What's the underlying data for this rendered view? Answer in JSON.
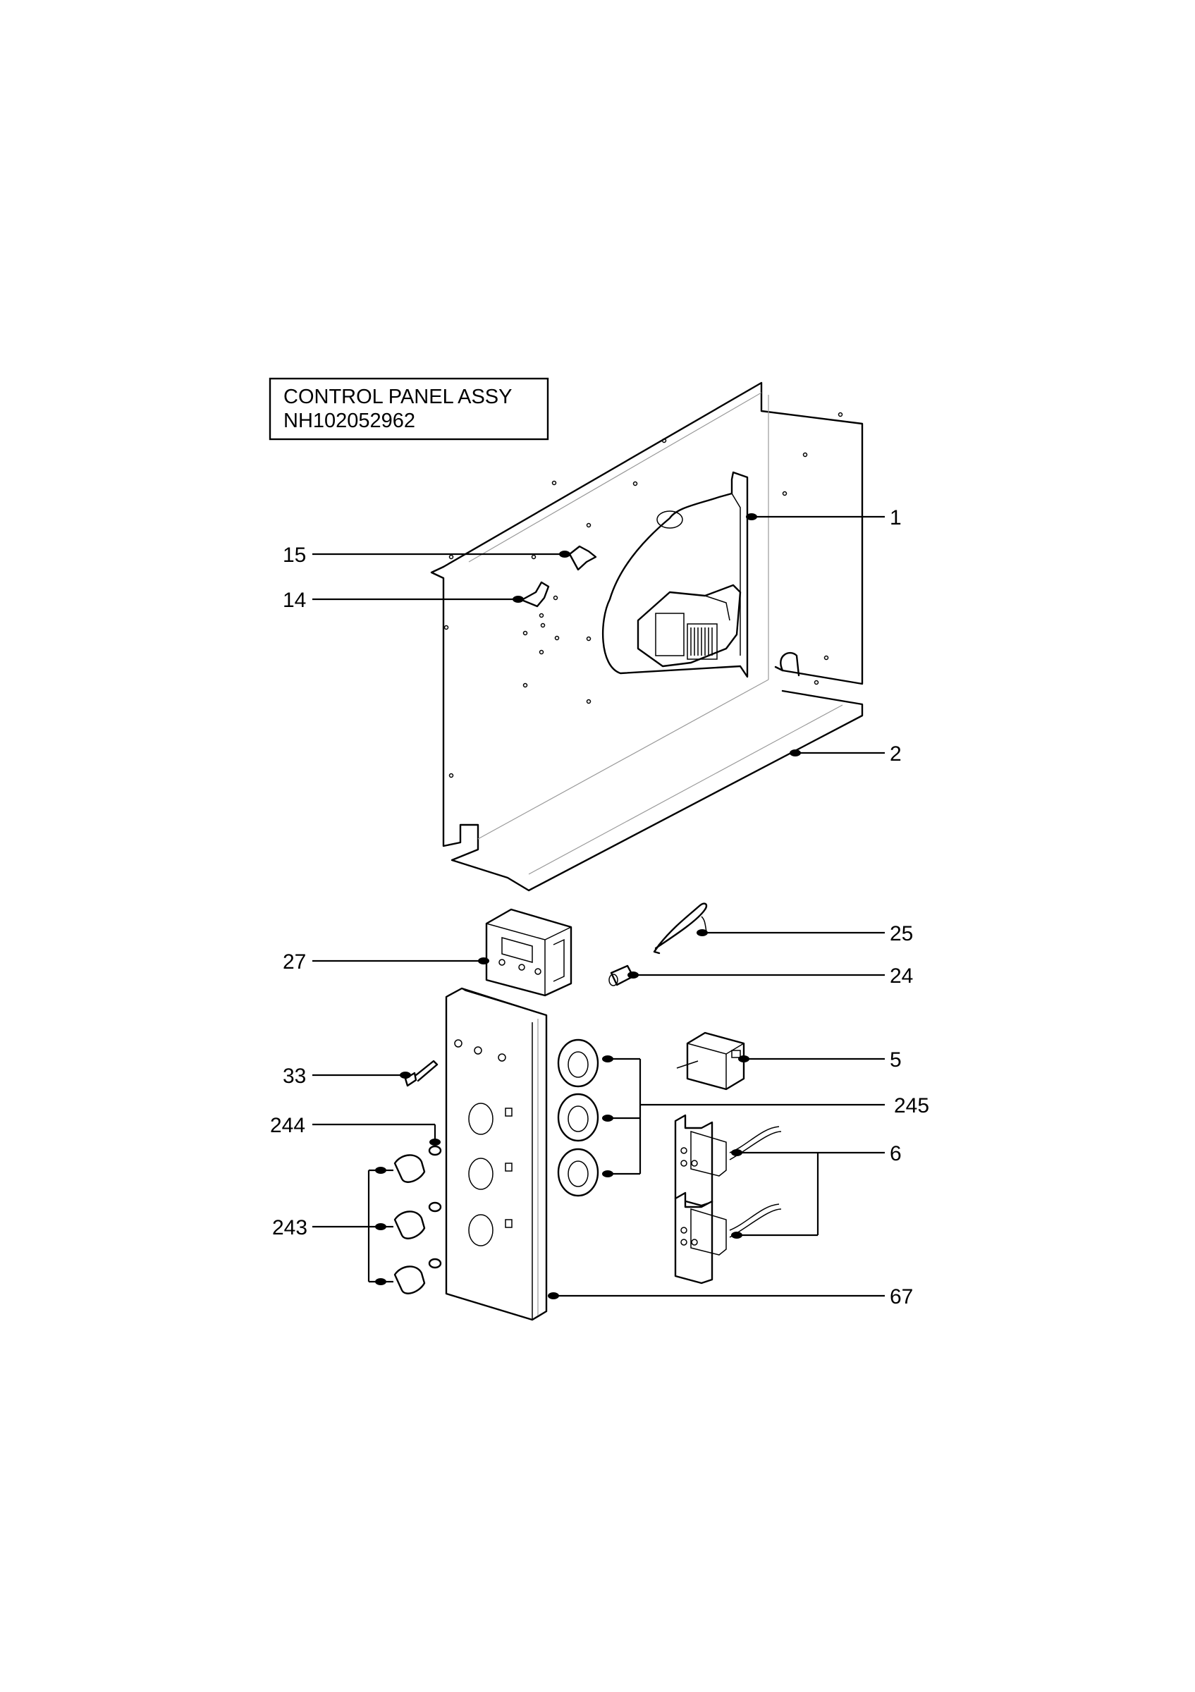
{
  "title_box": {
    "line1": "CONTROL PANEL ASSY",
    "line2": "NH102052962"
  },
  "callouts": [
    {
      "id": "c1",
      "label": "1"
    },
    {
      "id": "c15",
      "label": "15"
    },
    {
      "id": "c14",
      "label": "14"
    },
    {
      "id": "c2",
      "label": "2"
    },
    {
      "id": "c25",
      "label": "25"
    },
    {
      "id": "c27",
      "label": "27"
    },
    {
      "id": "c24",
      "label": "24"
    },
    {
      "id": "c5",
      "label": "5"
    },
    {
      "id": "c33",
      "label": "33"
    },
    {
      "id": "c245",
      "label": "245"
    },
    {
      "id": "c244",
      "label": "244"
    },
    {
      "id": "c6",
      "label": "6"
    },
    {
      "id": "c243",
      "label": "243"
    },
    {
      "id": "c67",
      "label": "67"
    }
  ]
}
